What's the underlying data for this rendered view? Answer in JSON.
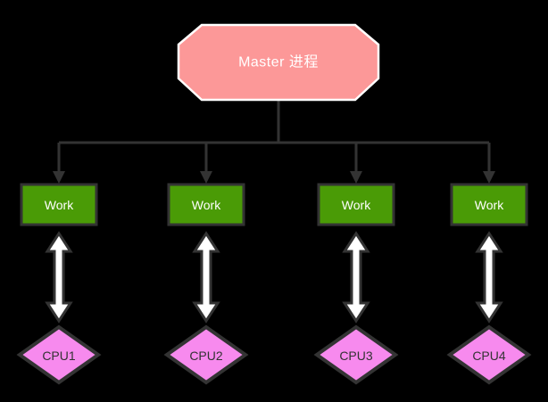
{
  "diagram": {
    "master": {
      "label": "Master 进程"
    },
    "workers": [
      {
        "label": "Work",
        "cpu": "CPU1"
      },
      {
        "label": "Work",
        "cpu": "CPU2"
      },
      {
        "label": "Work",
        "cpu": "CPU3"
      },
      {
        "label": "Work",
        "cpu": "CPU4"
      }
    ],
    "colors": {
      "background": "#000000",
      "master_fill": "#FC9898",
      "master_border": "#FFFFFF",
      "worker_fill": "#4A9B06",
      "cpu_fill": "#F78AEE",
      "node_border": "#333333",
      "connector_line": "#333333",
      "double_arrow_fill": "#FFFFFF",
      "master_text": "#FFFFFF",
      "worker_text": "#FFFFFF",
      "cpu_text": "#333333"
    }
  }
}
